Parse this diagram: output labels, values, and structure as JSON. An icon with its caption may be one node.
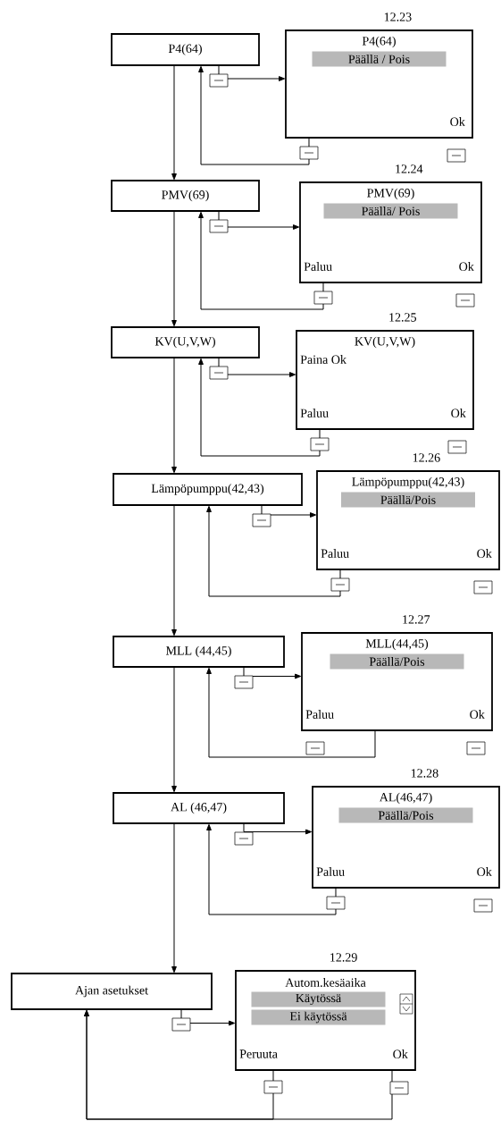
{
  "diagram": {
    "nodes": [
      {
        "text": [
          "P4(64)"
        ]
      },
      {
        "text": [
          "P4(64)",
          "Päällä / Pois",
          "Ok"
        ],
        "beside": [
          "12.23"
        ]
      },
      {
        "text": [
          "PMV(69)"
        ]
      },
      {
        "text": [
          "PMV(69)",
          "Päällä/ Pois",
          "Paluu",
          "Ok"
        ],
        "beside": [
          "12.24"
        ]
      },
      {
        "text": [
          "KV(U,V,W)"
        ]
      },
      {
        "text": [
          "KV(U,V,W)",
          "Paina Ok",
          "Paluu",
          "Ok"
        ],
        "beside": [
          "12.25"
        ]
      },
      {
        "text": [
          "Lämpöpumppu(42,43)"
        ]
      },
      {
        "text": [
          "Lämpöpumppu(42,43)",
          "Päällä/Pois",
          "Paluu",
          "Ok"
        ],
        "beside": [
          "12.26"
        ]
      },
      {
        "text": [
          "MLL (44,45)"
        ]
      },
      {
        "text": [
          "MLL(44,45)",
          "Päällä/Pois",
          "Paluu",
          "Ok"
        ],
        "beside": [
          "12.27"
        ]
      },
      {
        "text": [
          "AL (46,47)"
        ]
      },
      {
        "text": [
          "AL(46,47)",
          "Päällä/Pois",
          "Paluu",
          "Ok"
        ],
        "beside": [
          "12.28"
        ]
      },
      {
        "text": [
          "Ajan asetukset"
        ]
      },
      {
        "text": [
          "Autom.kesäaika",
          "Käytössä",
          "Ei käytössä",
          "Peruuta",
          "Ok"
        ],
        "beside": [
          "12.29"
        ]
      }
    ],
    "edges": [
      {
        "from": 0,
        "to": 1,
        "arrow": "to"
      },
      {
        "from": 1,
        "to": 0,
        "arrow": "to"
      },
      {
        "from": 0,
        "to": 2,
        "arrow": "to"
      },
      {
        "from": 2,
        "to": 3,
        "arrow": "to"
      },
      {
        "from": 3,
        "to": 2,
        "arrow": "to"
      },
      {
        "from": 2,
        "to": 4,
        "arrow": "to"
      },
      {
        "from": 4,
        "to": 5,
        "arrow": "to"
      },
      {
        "from": 5,
        "to": 4,
        "arrow": "to"
      },
      {
        "from": 4,
        "to": 6,
        "arrow": "to"
      },
      {
        "from": 6,
        "to": 7,
        "arrow": "to"
      },
      {
        "from": 7,
        "to": 6,
        "arrow": "to"
      },
      {
        "from": 6,
        "to": 8,
        "arrow": "to"
      },
      {
        "from": 8,
        "to": 9,
        "arrow": "to"
      },
      {
        "from": 9,
        "to": 8,
        "arrow": "to"
      },
      {
        "from": 8,
        "to": 10,
        "arrow": "to"
      },
      {
        "from": 10,
        "to": 11,
        "arrow": "to"
      },
      {
        "from": 11,
        "to": 10,
        "arrow": "to"
      },
      {
        "from": 10,
        "to": 12,
        "arrow": "to"
      },
      {
        "from": 12,
        "to": 13,
        "arrow": "to"
      },
      {
        "from": 13,
        "to": 12,
        "arrow": "to"
      },
      {
        "from": 13,
        "to": 12,
        "arrow": "to"
      }
    ]
  }
}
